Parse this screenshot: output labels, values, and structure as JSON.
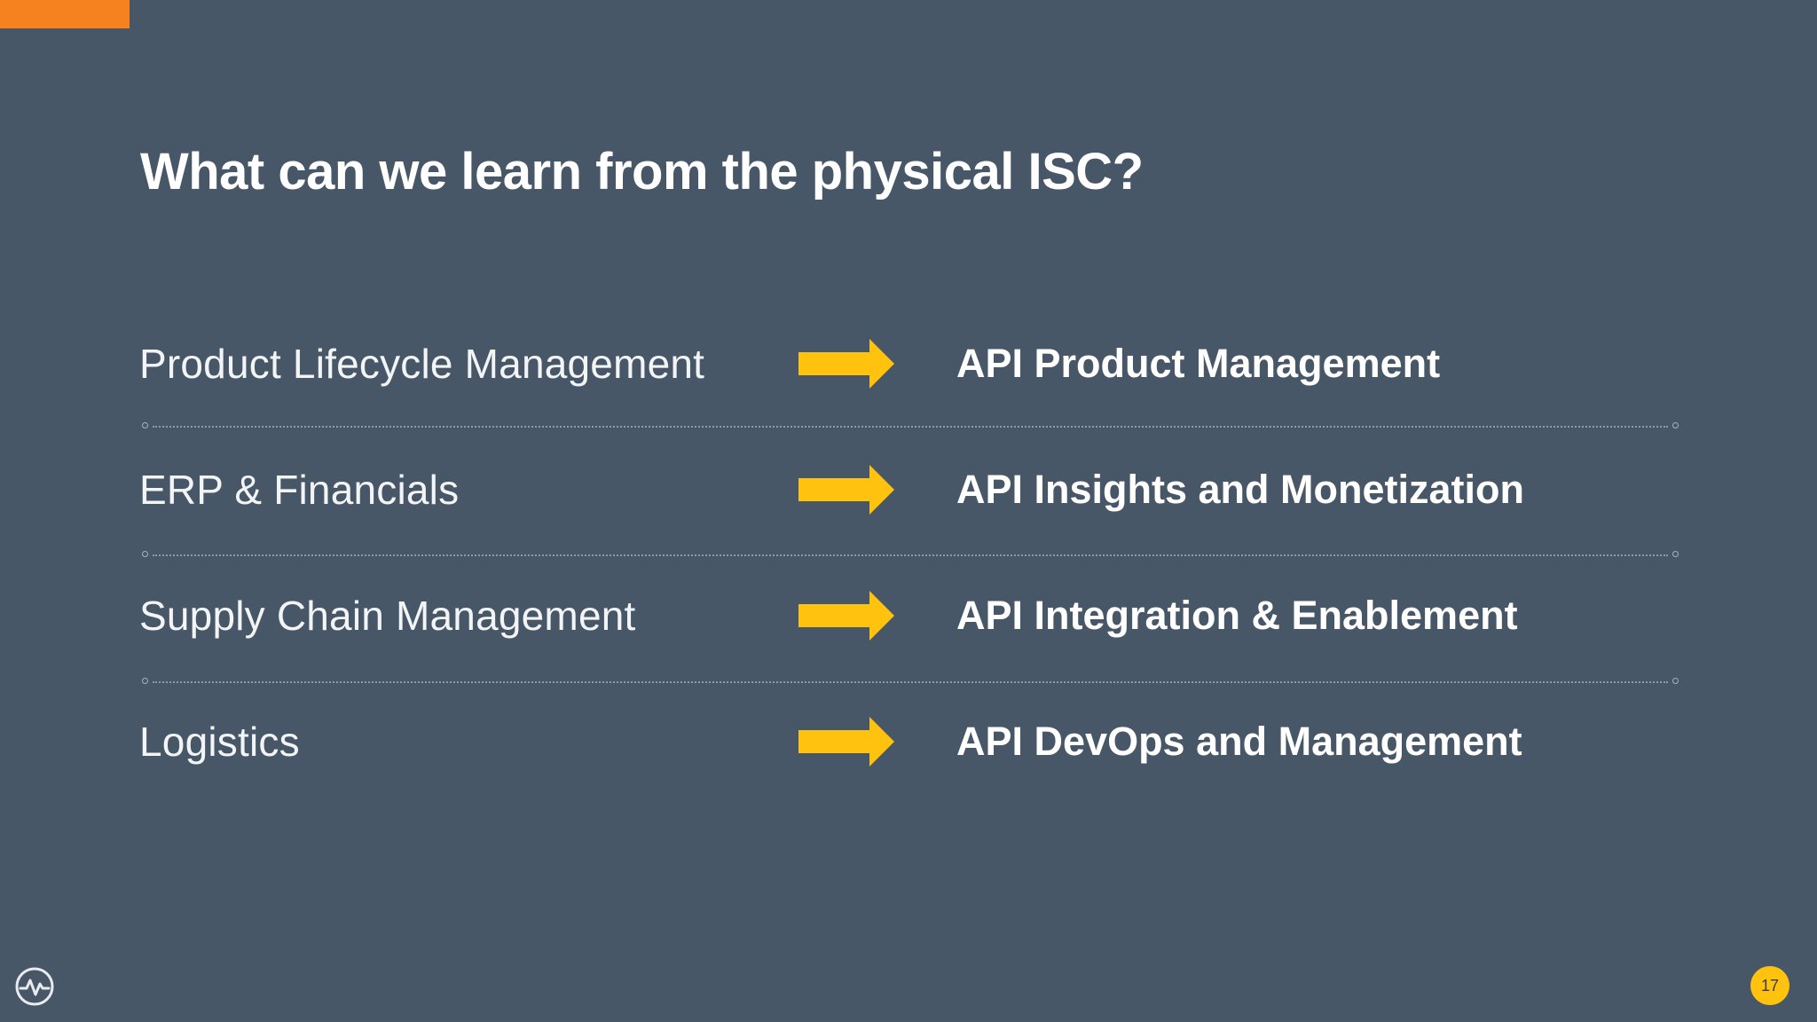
{
  "slide": {
    "title": "What can we learn from the physical ISC?",
    "page_number": "17",
    "logo_icon": "pulse-circle-icon",
    "arrow_icon": "right-arrow-icon",
    "colors": {
      "background": "#475767",
      "accent": "#f5821f",
      "arrow": "#ffc20e",
      "page_badge": "#ffc20e"
    }
  },
  "mappings": [
    {
      "from": "Product Lifecycle Management",
      "to": "API Product Management"
    },
    {
      "from": "ERP & Financials",
      "to": "API Insights and Monetization"
    },
    {
      "from": "Supply Chain Management",
      "to": "API Integration & Enablement"
    },
    {
      "from": "Logistics",
      "to": "API DevOps and Management"
    }
  ]
}
